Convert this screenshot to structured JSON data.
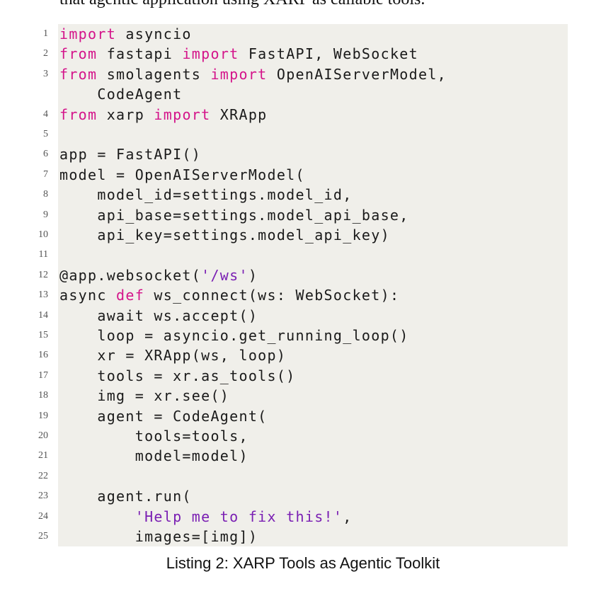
{
  "top_text": "that agentic application using XARP as callable tools.",
  "listing": {
    "lines": [
      {
        "num": "1",
        "segments": [
          {
            "t": "import",
            "c": "kw"
          },
          {
            "t": " asyncio",
            "c": ""
          }
        ]
      },
      {
        "num": "2",
        "segments": [
          {
            "t": "from",
            "c": "kw"
          },
          {
            "t": " fastapi ",
            "c": ""
          },
          {
            "t": "import",
            "c": "kw"
          },
          {
            "t": " FastAPI, WebSocket",
            "c": ""
          }
        ]
      },
      {
        "num": "3",
        "segments": [
          {
            "t": "from",
            "c": "kw"
          },
          {
            "t": " smolagents ",
            "c": ""
          },
          {
            "t": "import",
            "c": "kw"
          },
          {
            "t": " OpenAIServerModel,",
            "c": ""
          }
        ]
      },
      {
        "num": "",
        "segments": [
          {
            "t": "    CodeAgent",
            "c": ""
          }
        ]
      },
      {
        "num": "4",
        "segments": [
          {
            "t": "from",
            "c": "kw"
          },
          {
            "t": " xarp ",
            "c": ""
          },
          {
            "t": "import",
            "c": "kw"
          },
          {
            "t": " XRApp",
            "c": ""
          }
        ]
      },
      {
        "num": "5",
        "segments": []
      },
      {
        "num": "6",
        "segments": [
          {
            "t": "app = FastAPI()",
            "c": ""
          }
        ]
      },
      {
        "num": "7",
        "segments": [
          {
            "t": "model = OpenAIServerModel(",
            "c": ""
          }
        ]
      },
      {
        "num": "8",
        "segments": [
          {
            "t": "    model_id=settings.model_id,",
            "c": ""
          }
        ]
      },
      {
        "num": "9",
        "segments": [
          {
            "t": "    api_base=settings.model_api_base,",
            "c": ""
          }
        ]
      },
      {
        "num": "10",
        "segments": [
          {
            "t": "    api_key=settings.model_api_key)",
            "c": ""
          }
        ]
      },
      {
        "num": "11",
        "segments": []
      },
      {
        "num": "12",
        "segments": [
          {
            "t": "@app.websocket(",
            "c": ""
          },
          {
            "t": "'/ws'",
            "c": "str"
          },
          {
            "t": ")",
            "c": ""
          }
        ]
      },
      {
        "num": "13",
        "segments": [
          {
            "t": "async ",
            "c": ""
          },
          {
            "t": "def",
            "c": "kw"
          },
          {
            "t": " ws_connect(ws: WebSocket):",
            "c": ""
          }
        ]
      },
      {
        "num": "14",
        "segments": [
          {
            "t": "    await ws.accept()",
            "c": ""
          }
        ]
      },
      {
        "num": "15",
        "segments": [
          {
            "t": "    loop = asyncio.get_running_loop()",
            "c": ""
          }
        ]
      },
      {
        "num": "16",
        "segments": [
          {
            "t": "    xr = XRApp(ws, loop)",
            "c": ""
          }
        ]
      },
      {
        "num": "17",
        "segments": [
          {
            "t": "    tools = xr.as_tools()",
            "c": ""
          }
        ]
      },
      {
        "num": "18",
        "segments": [
          {
            "t": "    img = xr.see()",
            "c": ""
          }
        ]
      },
      {
        "num": "19",
        "segments": [
          {
            "t": "    agent = CodeAgent(",
            "c": ""
          }
        ]
      },
      {
        "num": "20",
        "segments": [
          {
            "t": "        tools=tools,",
            "c": ""
          }
        ]
      },
      {
        "num": "21",
        "segments": [
          {
            "t": "        model=model)",
            "c": ""
          }
        ]
      },
      {
        "num": "22",
        "segments": []
      },
      {
        "num": "23",
        "segments": [
          {
            "t": "    agent.run(",
            "c": ""
          }
        ]
      },
      {
        "num": "24",
        "segments": [
          {
            "t": "        ",
            "c": ""
          },
          {
            "t": "'Help me to fix this!'",
            "c": "str"
          },
          {
            "t": ",",
            "c": ""
          }
        ]
      },
      {
        "num": "25",
        "segments": [
          {
            "t": "        images=[img])",
            "c": ""
          }
        ]
      }
    ]
  },
  "caption": "Listing 2: XARP Tools as Agentic Toolkit",
  "colors": {
    "keyword": "#d4148a",
    "string": "#7a1fb3",
    "background": "#f0efea"
  }
}
